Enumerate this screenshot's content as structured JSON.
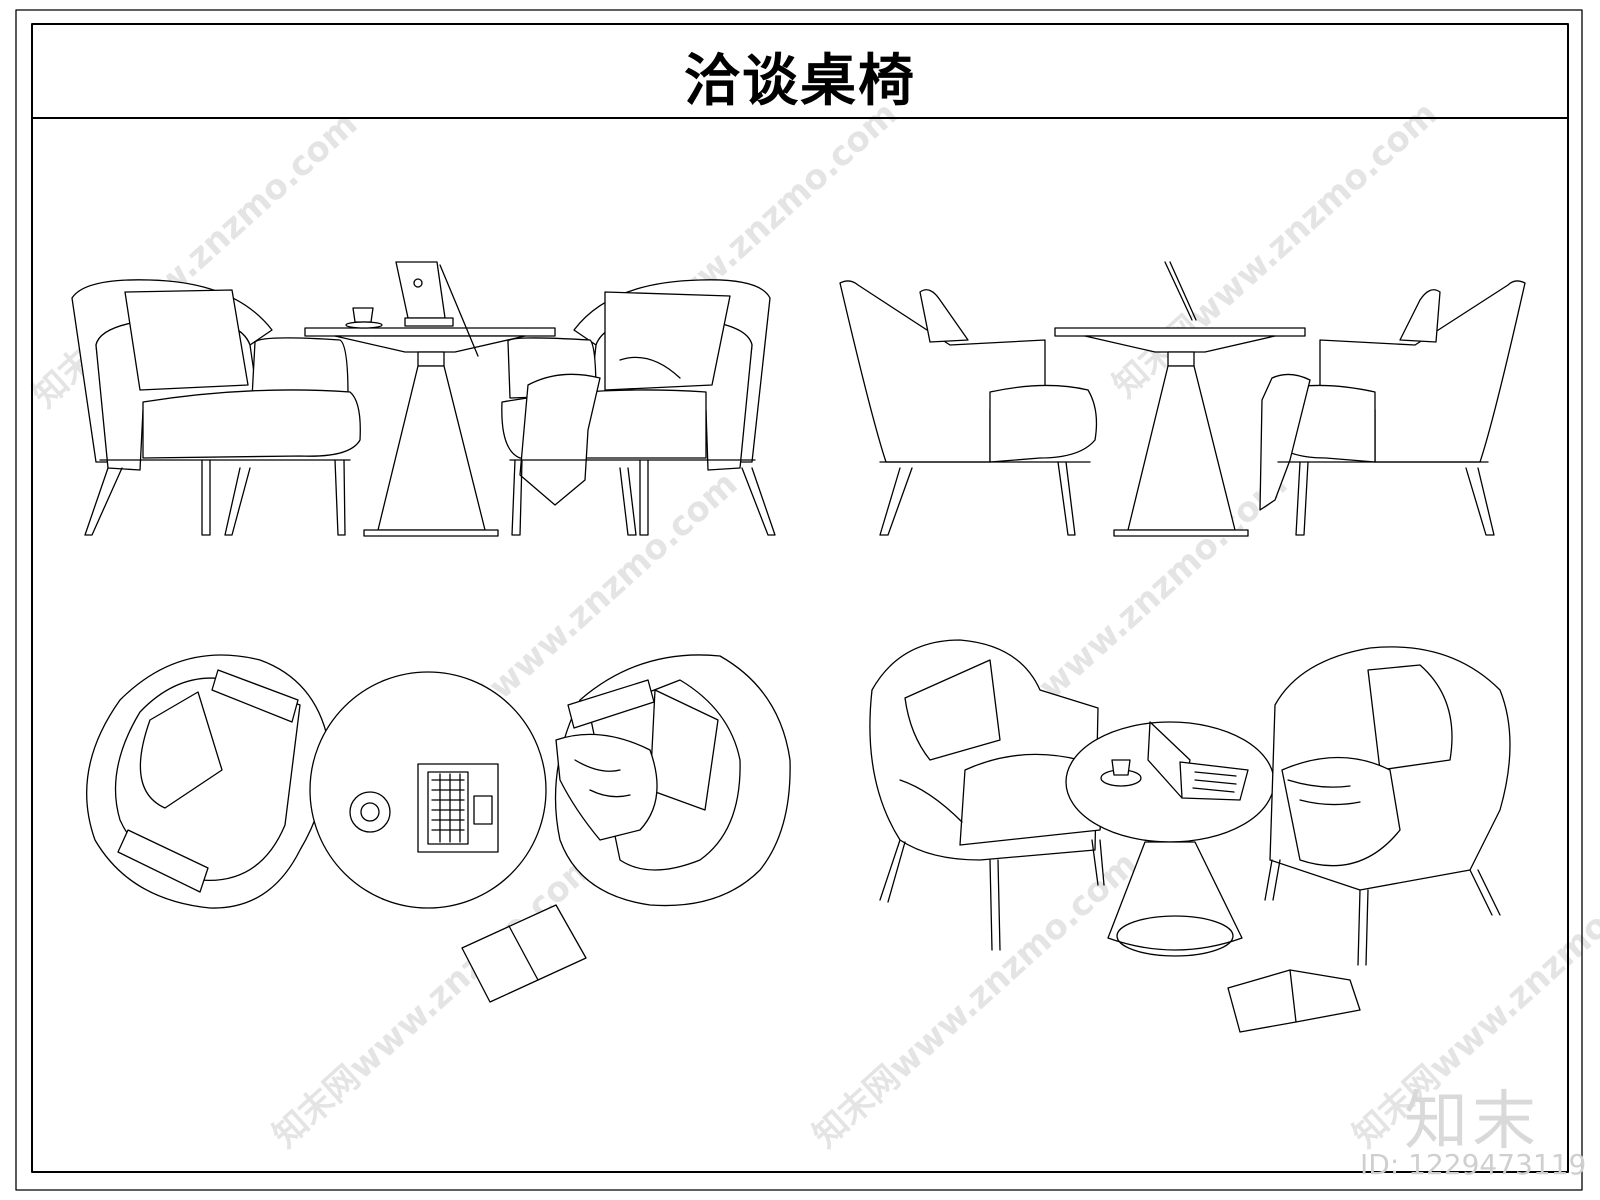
{
  "title": "洽谈桌椅",
  "watermark": {
    "brand": "知末",
    "id_text": "ID: 1229473119",
    "url": "知末网www.znzmo.com"
  },
  "views": [
    {
      "name": "front-elevation"
    },
    {
      "name": "side-elevation"
    },
    {
      "name": "top-plan"
    },
    {
      "name": "perspective"
    }
  ]
}
